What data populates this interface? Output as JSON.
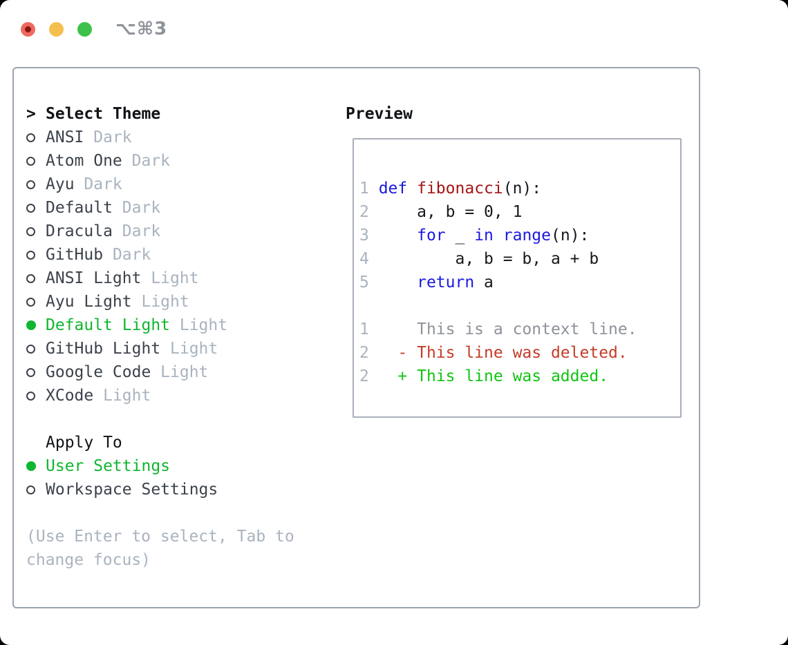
{
  "titlebar": {
    "shortcut": "⌥⌘3"
  },
  "colors": {
    "border": "#9aa3ae",
    "preview_border": "#a9aeba",
    "heading": "#101317",
    "item": "#3c424b",
    "muted": "#a9b3bf",
    "selected_green": "#0fb62f",
    "code_text": "#16181c",
    "keyword_blue": "#1a19e0",
    "function_red": "#a31515",
    "context_gray": "#8e9299",
    "deleted_red": "#c43c28",
    "added_green": "#11c512",
    "line_number": "#a9b3bf",
    "traffic_red": "#ee6a5e",
    "traffic_red_dot": "#8a1714",
    "traffic_yellow": "#f5bf4f",
    "traffic_green": "#3cc24a",
    "shortcut_gray": "#8e9299"
  },
  "left": {
    "prompt": ">",
    "title": "Select Theme",
    "themes": [
      {
        "name": "ANSI",
        "tag": "Dark",
        "selected": false
      },
      {
        "name": "Atom One",
        "tag": "Dark",
        "selected": false
      },
      {
        "name": "Ayu",
        "tag": "Dark",
        "selected": false
      },
      {
        "name": "Default",
        "tag": "Dark",
        "selected": false
      },
      {
        "name": "Dracula",
        "tag": "Dark",
        "selected": false
      },
      {
        "name": "GitHub",
        "tag": "Dark",
        "selected": false
      },
      {
        "name": "ANSI Light",
        "tag": "Light",
        "selected": false
      },
      {
        "name": "Ayu Light",
        "tag": "Light",
        "selected": false
      },
      {
        "name": "Default Light",
        "tag": "Light",
        "selected": true
      },
      {
        "name": "GitHub Light",
        "tag": "Light",
        "selected": false
      },
      {
        "name": "Google Code",
        "tag": "Light",
        "selected": false
      },
      {
        "name": "XCode",
        "tag": "Light",
        "selected": false
      }
    ],
    "apply_to_title": "Apply To",
    "apply_options": [
      {
        "name": "User Settings",
        "selected": true
      },
      {
        "name": "Workspace Settings",
        "selected": false
      }
    ],
    "help_lines": [
      "(Use Enter to select, Tab to",
      "change focus)"
    ]
  },
  "preview": {
    "title": "Preview",
    "lines": [
      {
        "num": "1",
        "segments": [
          {
            "text": "def",
            "color": "keyword"
          },
          {
            "text": " ",
            "color": "code"
          },
          {
            "text": "fibonacci",
            "color": "function"
          },
          {
            "text": "(n):",
            "color": "code"
          }
        ]
      },
      {
        "num": "2",
        "segments": [
          {
            "text": "    a, b = 0, 1",
            "color": "code"
          }
        ]
      },
      {
        "num": "3",
        "segments": [
          {
            "text": "    ",
            "color": "code"
          },
          {
            "text": "for",
            "color": "keyword"
          },
          {
            "text": " _ ",
            "color": "code"
          },
          {
            "text": "in",
            "color": "keyword"
          },
          {
            "text": " ",
            "color": "code"
          },
          {
            "text": "range",
            "color": "keyword"
          },
          {
            "text": "(n):",
            "color": "code"
          }
        ]
      },
      {
        "num": "4",
        "segments": [
          {
            "text": "        a, b = b, a + b",
            "color": "code"
          }
        ]
      },
      {
        "num": "5",
        "segments": [
          {
            "text": "    ",
            "color": "code"
          },
          {
            "text": "return",
            "color": "keyword"
          },
          {
            "text": " a",
            "color": "code"
          }
        ]
      },
      {
        "num": "",
        "segments": []
      },
      {
        "num": "1",
        "segments": [
          {
            "text": "    This is a context line.",
            "color": "context"
          }
        ]
      },
      {
        "num": "2",
        "segments": [
          {
            "text": "  - This line was deleted.",
            "color": "deleted"
          }
        ]
      },
      {
        "num": "2",
        "segments": [
          {
            "text": "  + This line was added.",
            "color": "added"
          }
        ]
      }
    ]
  }
}
